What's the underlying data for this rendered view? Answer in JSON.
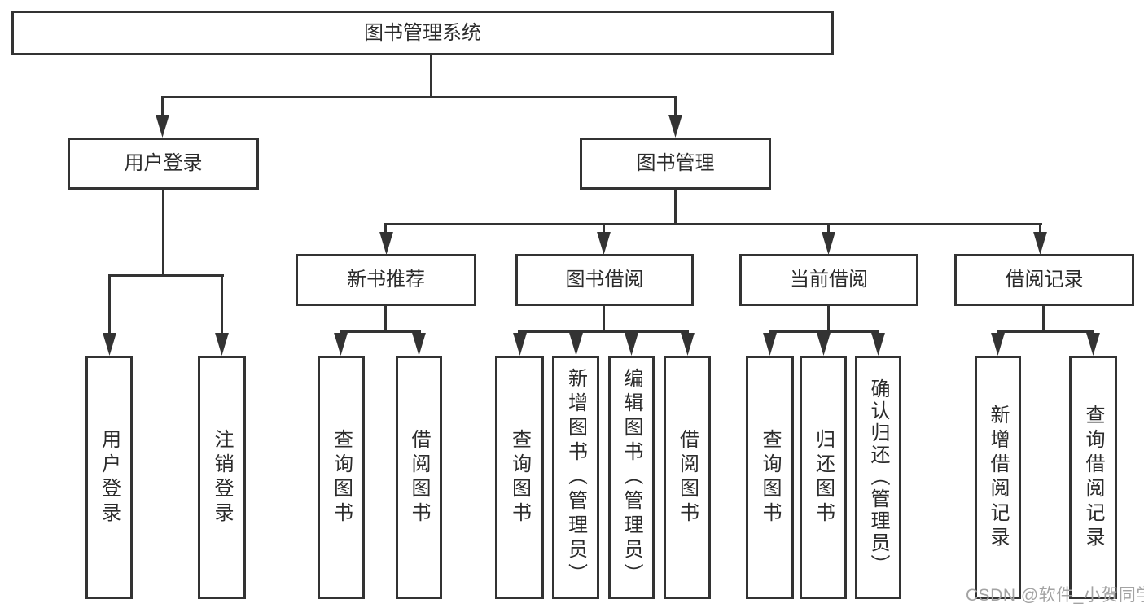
{
  "diagram": {
    "colors": {
      "line": "#333333",
      "text": "#2b2b2b",
      "background": "#ffffff",
      "watermark": "#a3a3a3"
    },
    "tree": {
      "label": "图书管理系统",
      "children": [
        {
          "label": "用户登录",
          "children": [
            {
              "label": "用户登录"
            },
            {
              "label": "注销登录"
            }
          ]
        },
        {
          "label": "图书管理",
          "children": [
            {
              "label": "新书推荐",
              "children": [
                {
                  "label": "查询图书"
                },
                {
                  "label": "借阅图书"
                }
              ]
            },
            {
              "label": "图书借阅",
              "children": [
                {
                  "label": "查询图书"
                },
                {
                  "label": "新增图书（管理员）"
                },
                {
                  "label": "编辑图书（管理员）"
                },
                {
                  "label": "借阅图书"
                }
              ]
            },
            {
              "label": "当前借阅",
              "children": [
                {
                  "label": "查询图书"
                },
                {
                  "label": "归还图书"
                },
                {
                  "label": "确认归还（管理员）"
                }
              ]
            },
            {
              "label": "借阅记录",
              "children": [
                {
                  "label": "新增借阅记录"
                },
                {
                  "label": "查询借阅记录"
                }
              ]
            }
          ]
        }
      ]
    }
  },
  "watermark": {
    "text": "CSDN @软件_小贺同学"
  }
}
